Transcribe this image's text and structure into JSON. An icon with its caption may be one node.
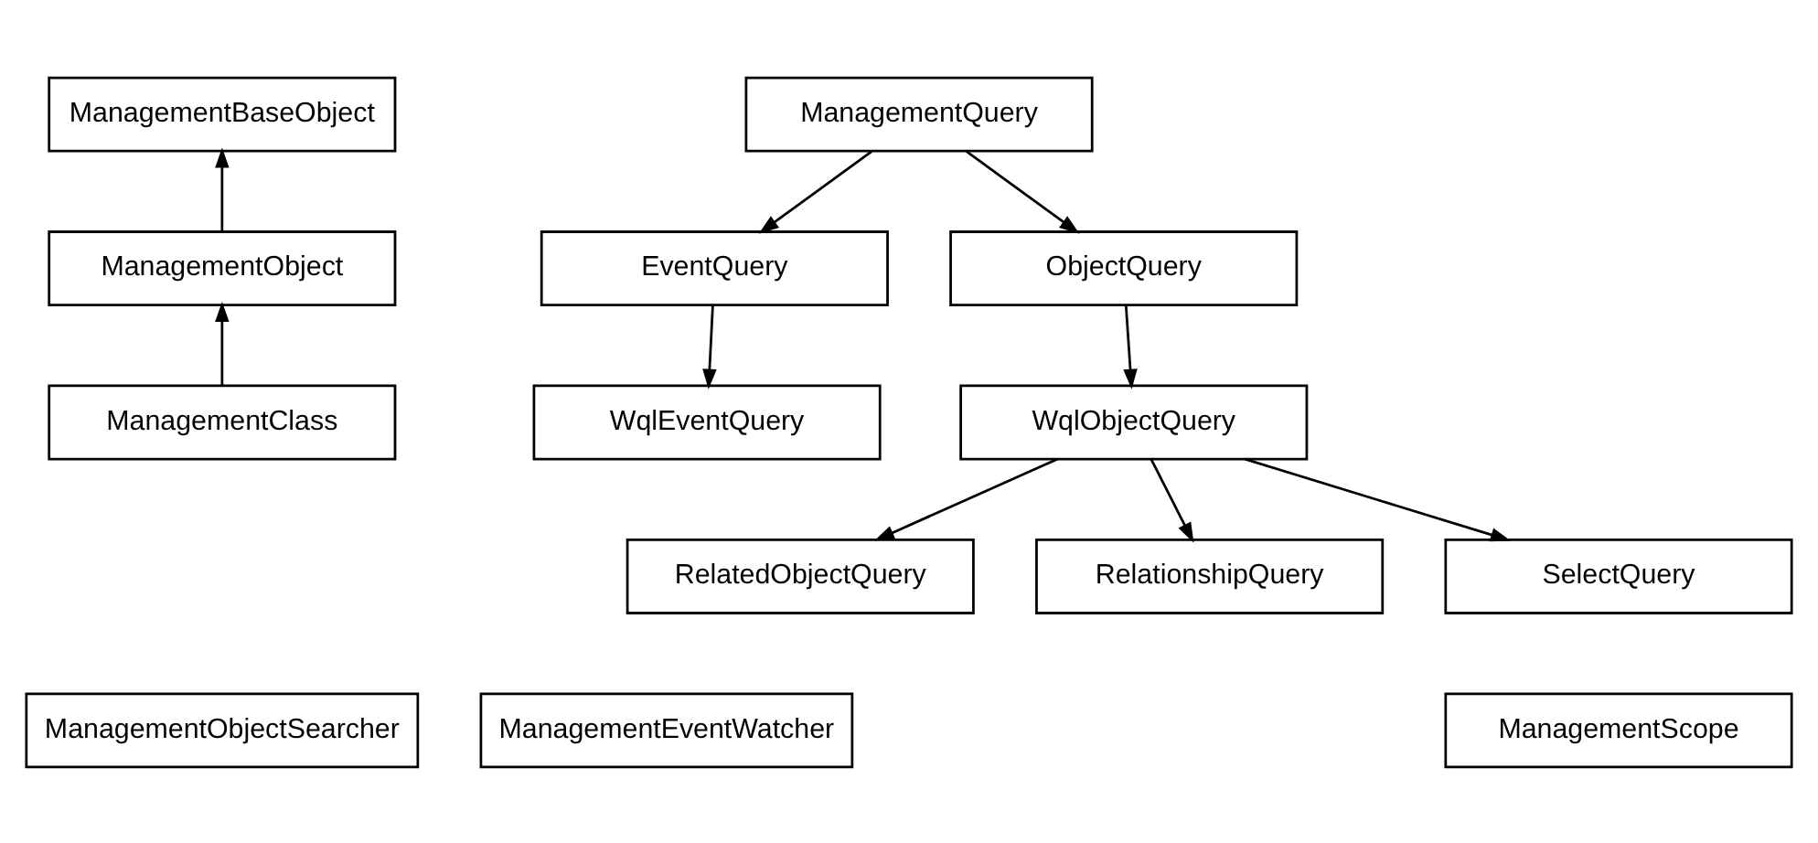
{
  "diagram": {
    "nodes": [
      {
        "text": [
          "ManagementBaseObject"
        ]
      },
      {
        "text": [
          "ManagementQuery"
        ]
      },
      {
        "text": [
          "ManagementObject"
        ]
      },
      {
        "text": [
          "EventQuery"
        ]
      },
      {
        "text": [
          "ObjectQuery"
        ]
      },
      {
        "text": [
          "ManagementClass"
        ]
      },
      {
        "text": [
          "WqlEventQuery"
        ]
      },
      {
        "text": [
          "WqlObjectQuery"
        ]
      },
      {
        "text": [
          "RelatedObjectQuery"
        ]
      },
      {
        "text": [
          "RelationshipQuery"
        ]
      },
      {
        "text": [
          "SelectQuery"
        ]
      },
      {
        "text": [
          "ManagementObjectSearcher"
        ]
      },
      {
        "text": [
          "ManagementEventWatcher"
        ]
      },
      {
        "text": [
          "ManagementScope"
        ]
      }
    ],
    "edges": [
      {
        "from": 2,
        "to": 0,
        "arrow": "to"
      },
      {
        "from": 5,
        "to": 2,
        "arrow": "to"
      },
      {
        "from": 1,
        "to": 3,
        "arrow": "to"
      },
      {
        "from": 1,
        "to": 4,
        "arrow": "to"
      },
      {
        "from": 3,
        "to": 6,
        "arrow": "to"
      },
      {
        "from": 4,
        "to": 7,
        "arrow": "to"
      },
      {
        "from": 7,
        "to": 8,
        "arrow": "to"
      },
      {
        "from": 7,
        "to": 9,
        "arrow": "to"
      },
      {
        "from": 7,
        "to": 10,
        "arrow": "to"
      }
    ]
  }
}
